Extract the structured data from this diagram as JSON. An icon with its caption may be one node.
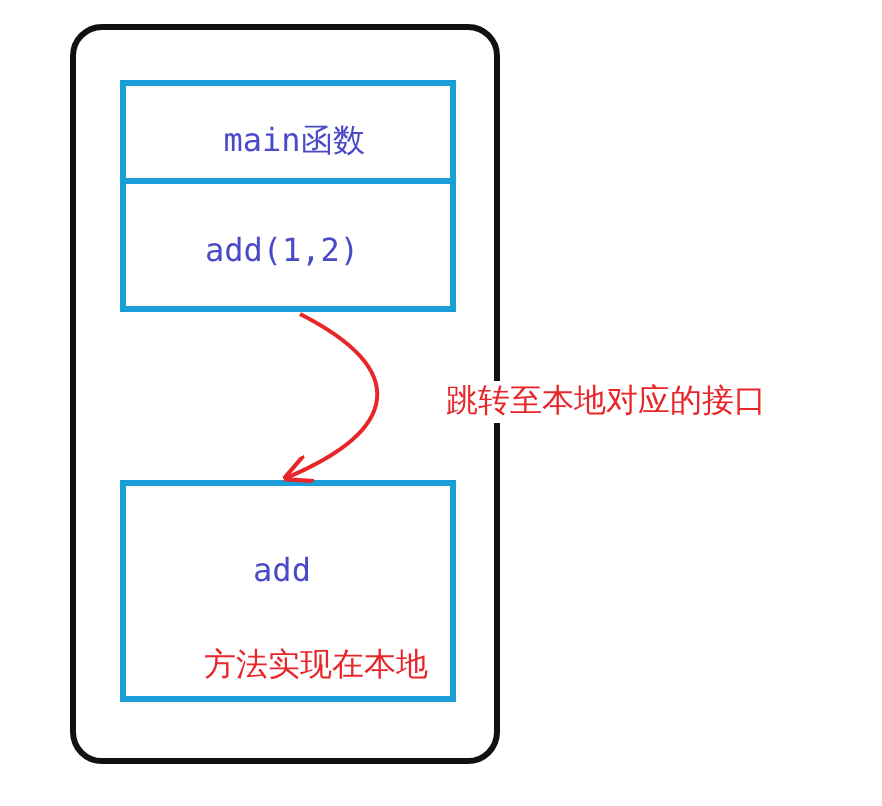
{
  "diagram": {
    "nodes": [
      {
        "text": [],
        "shape": "box"
      },
      {
        "text": [
          "main函数"
        ],
        "in": 0
      },
      {
        "text": [
          "add(1,2)"
        ],
        "in": 0
      },
      {
        "text": [
          "add",
          "方法实现在本地"
        ],
        "in": 0
      }
    ],
    "edges": [
      {
        "from": 2,
        "to": 3,
        "arrow": "to",
        "label": "跳转至本地对应的接口",
        "color": "#e8262a"
      }
    ]
  }
}
